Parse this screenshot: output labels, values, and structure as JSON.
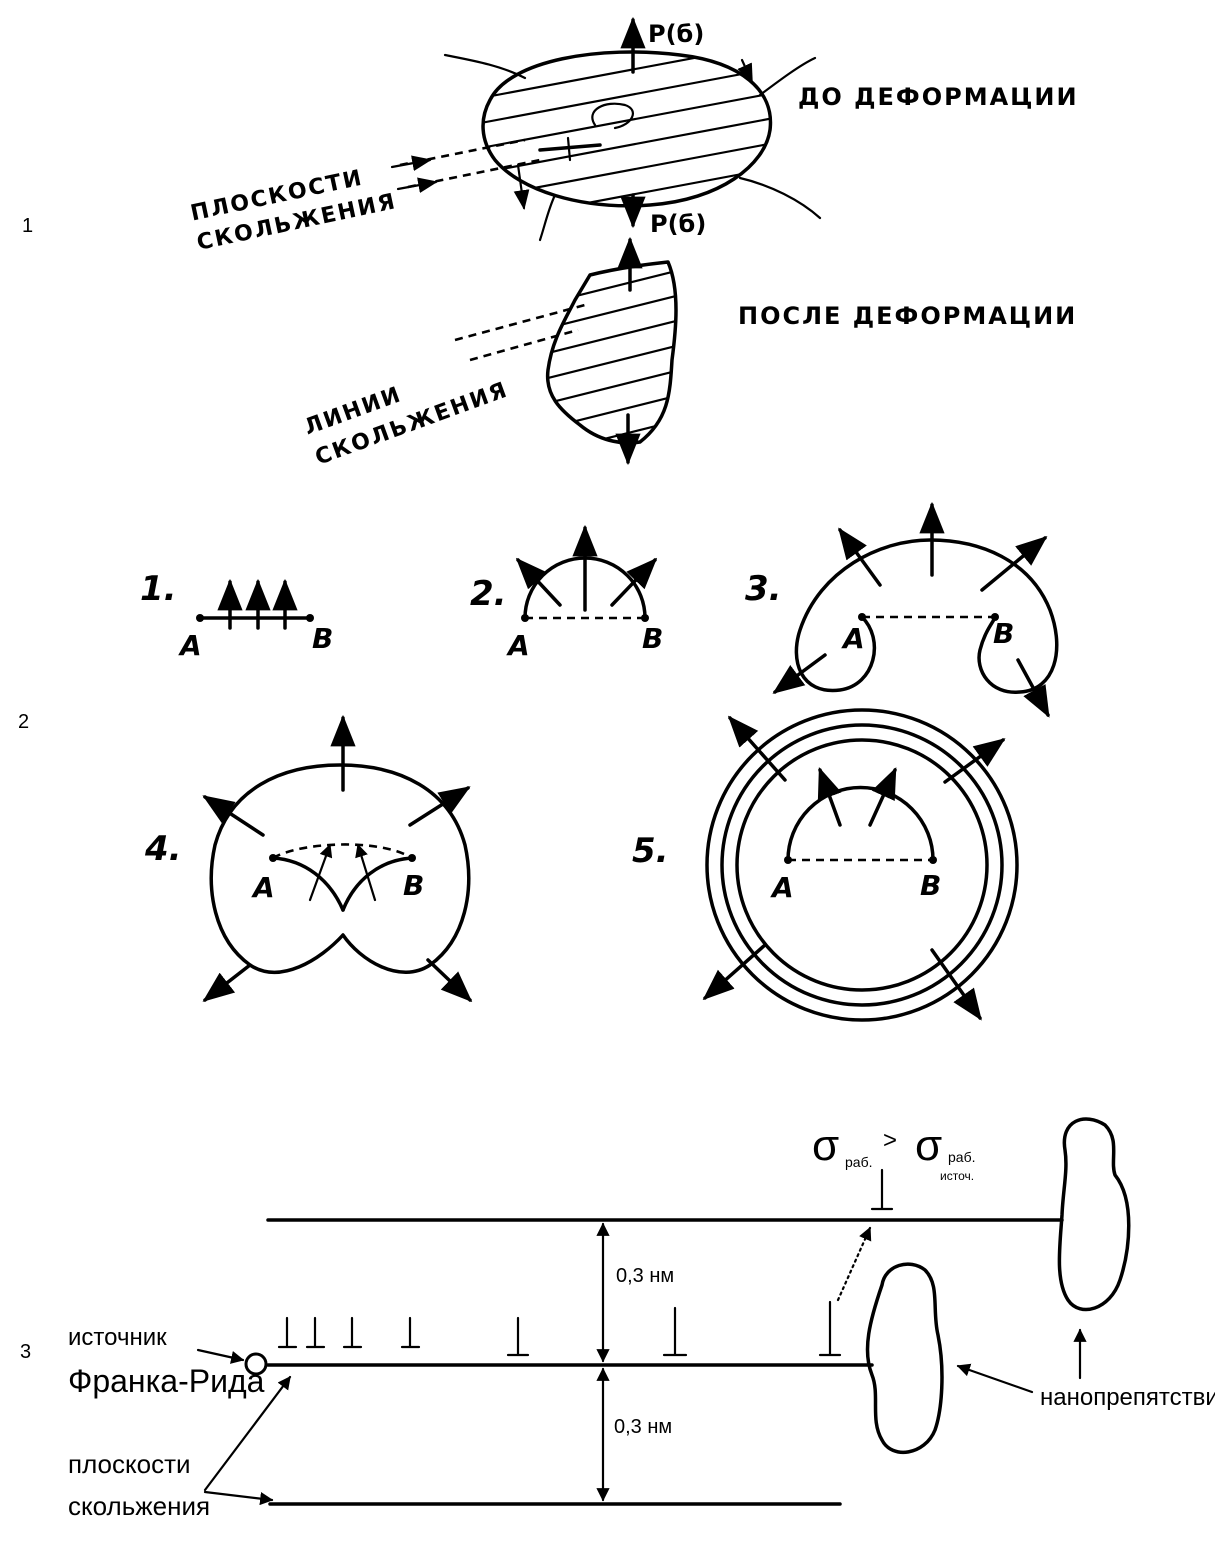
{
  "panel_numbers": {
    "p1": "1",
    "p2": "2",
    "p3": "3"
  },
  "panel1": {
    "load_top": "P(б)",
    "load_bottom": "P(б)",
    "before": "ДО ДЕФОРМАЦИИ",
    "after": "ПОСЛЕ ДЕФОРМАЦИИ",
    "slip_planes_1": "ПЛОСКОСТИ",
    "slip_planes_2": "СКОЛЬЖЕНИЯ",
    "slip_lines_1": "ЛИНИИ",
    "slip_lines_2": "СКОЛЬЖЕНИЯ"
  },
  "panel2": {
    "stages": [
      "1.",
      "2.",
      "3.",
      "4.",
      "5."
    ],
    "point_a": "A",
    "point_b": "B"
  },
  "panel3": {
    "sigma_left": "σ",
    "sigma_left_sub": "раб.",
    "gt": ">",
    "sigma_right": "σ",
    "sigma_right_sub1": "раб.",
    "sigma_right_sub2": "источ.",
    "spacing_top": "0,3 нм",
    "spacing_bottom": "0,3 нм",
    "source_1": "источник",
    "source_2": "Франка-Рида",
    "slip_planes_1": "плоскости",
    "slip_planes_2": "скольжения",
    "obstacle": "нанопрепятствие"
  }
}
